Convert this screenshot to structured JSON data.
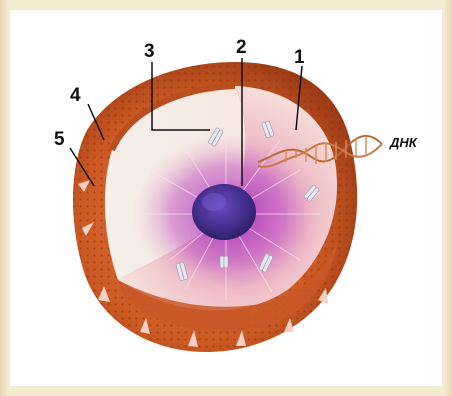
{
  "labels": {
    "one": "1",
    "two": "2",
    "three": "3",
    "four": "4",
    "five": "5",
    "dna": "ДНК"
  },
  "colors": {
    "shell_outer": "#d2632a",
    "shell_dark": "#a3431b",
    "cytoplasm_light": "#f6d6cc",
    "cytoplasm_pink": "#e49ab0",
    "nucleus_purple": "#5b2fa0",
    "nucleus_core": "#3a2a8c"
  }
}
